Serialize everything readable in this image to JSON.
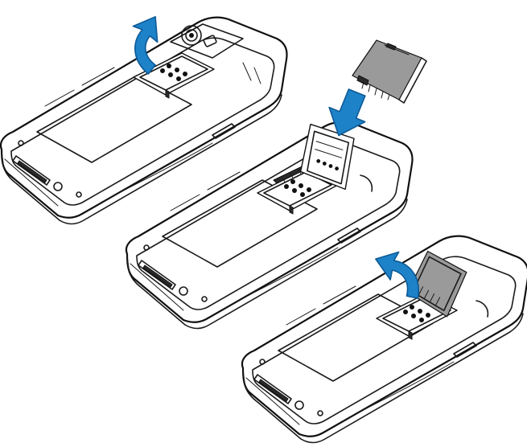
{
  "diagram": {
    "steps": [
      {
        "id": "step-1",
        "action": "open-sim-holder"
      },
      {
        "id": "step-2",
        "action": "insert-sim-card"
      },
      {
        "id": "step-3",
        "action": "close-sim-holder"
      }
    ],
    "colors": {
      "arrow_fill": "#1e82c8",
      "arrow_stroke": "#0d5a96",
      "outline": "#111111",
      "card_grey": "#9a9a9a"
    },
    "icons": [
      "curved-arrow-icon",
      "down-arrow-icon",
      "sim-card-icon"
    ]
  }
}
